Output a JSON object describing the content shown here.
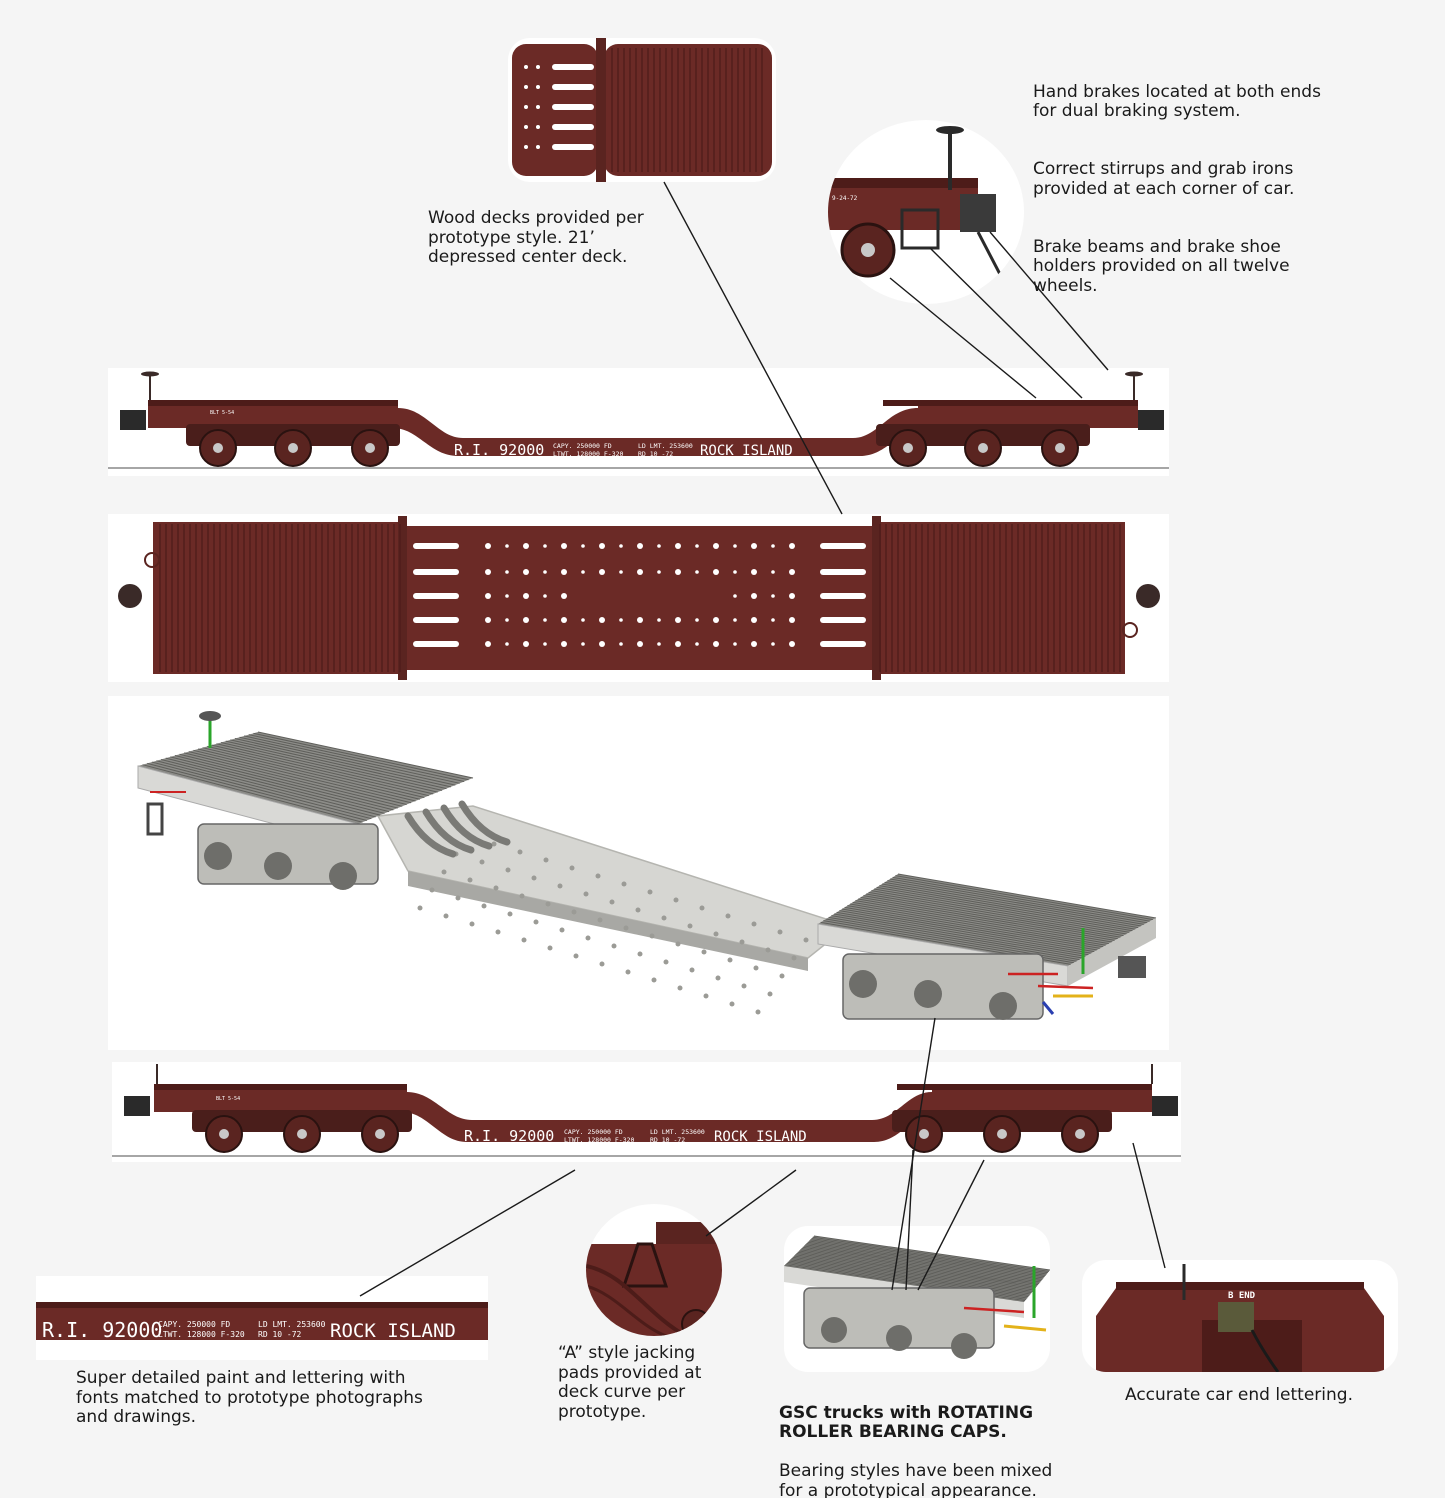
{
  "callouts": {
    "brakes": {
      "p1": "Hand brakes located at both ends\nfor dual braking system.",
      "p2": "Correct stirrups  and grab irons\nprovided at each corner of car.",
      "p3": "Brake beams and brake shoe\nholders provided on all twelve\nwheels."
    },
    "decks": "Wood decks provided per\nprototype style.  21’\ndepressed center deck.",
    "paint": "Super detailed paint and lettering with\nfonts matched to prototype photographs\nand drawings.",
    "jacking": "“A” style jacking\npads provided at\ndeck curve  per\nprototype.",
    "trucks_bold": "GSC trucks with ROTATING\nROLLER BEARING CAPS.",
    "trucks_normal": "Bearing styles have been mixed\nfor a prototypical appearance.",
    "end_lettering": "Accurate car end lettering."
  },
  "car_lettering": {
    "reporting_mark": "R.I. 92000",
    "capy": "CAPY. 250000 FD",
    "ltwt": "LTWT. 128000 F-320",
    "ld_lmt": "LD LMT. 253600",
    "rd": "RD  10 -72",
    "road_name": "ROCK  ISLAND",
    "blt": "BLT 5-54",
    "end_mark": "B END"
  },
  "colors": {
    "car_body": "#6b2a26",
    "car_shadow": "#4d1c19",
    "model_grey": "#d9d9d6",
    "deck_dark": "#7a7a76",
    "lettering": "#ffffff"
  }
}
